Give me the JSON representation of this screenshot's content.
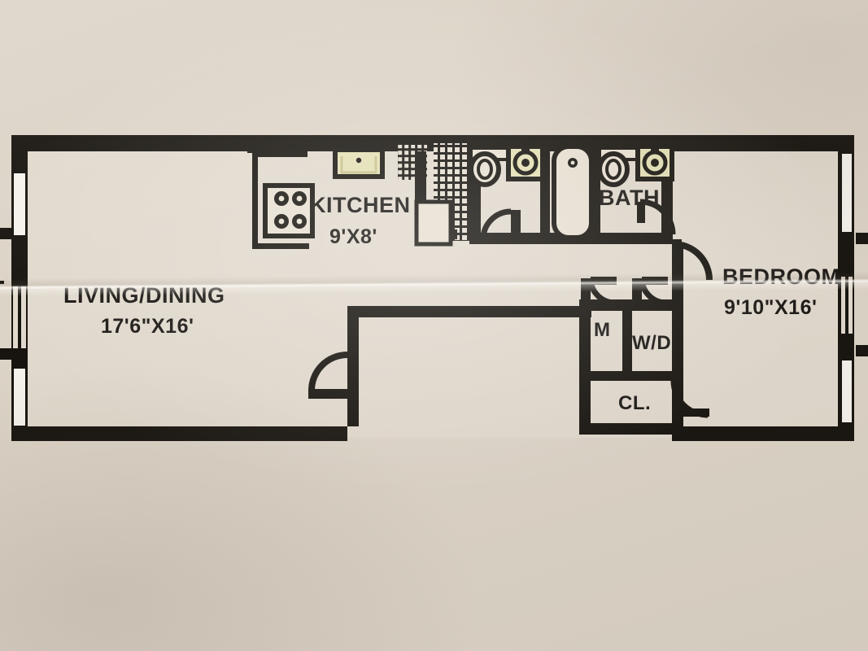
{
  "document": {
    "kind": "apartment-floor-plan",
    "medium": "photographed printed sheet"
  },
  "colors": {
    "paper": "#ddd4c8",
    "wall": "#17140f",
    "fixture_fill": "#e8e0d2",
    "sink_fill": "#e3e0b4",
    "text": "#1a1714"
  },
  "rooms": [
    {
      "id": "living-dining",
      "name": "LIVING/DINING",
      "dimensions": "17'6\"X16'"
    },
    {
      "id": "kitchen",
      "name": "KITCHEN",
      "dimensions": "9'X8'"
    },
    {
      "id": "bath",
      "name": "BATH",
      "dimensions": ""
    },
    {
      "id": "bedroom",
      "name": "BEDROOM",
      "dimensions": "9'10\"X16'"
    }
  ],
  "closets": [
    {
      "id": "mechanical",
      "label": "M"
    },
    {
      "id": "washer-dryer",
      "label": "W/D"
    },
    {
      "id": "coat-closet",
      "label": "CL."
    }
  ],
  "fixtures": [
    {
      "id": "range",
      "name": "range-stove-icon",
      "room": "kitchen",
      "burners": 4
    },
    {
      "id": "kitchen-sink",
      "name": "kitchen-sink-icon",
      "room": "kitchen"
    },
    {
      "id": "refrigerator",
      "name": "refrigerator-icon",
      "room": "kitchen"
    },
    {
      "id": "shaft",
      "name": "hatched-shaft-icon",
      "room": "kitchen"
    },
    {
      "id": "toilet-left",
      "name": "toilet-icon",
      "room": "bath"
    },
    {
      "id": "vanity-left",
      "name": "bath-sink-icon",
      "room": "bath"
    },
    {
      "id": "bathtub",
      "name": "bathtub-icon",
      "room": "bath"
    },
    {
      "id": "toilet-right",
      "name": "toilet-icon",
      "room": "bath"
    },
    {
      "id": "vanity-right",
      "name": "bath-sink-icon",
      "room": "bath"
    }
  ],
  "openings": {
    "windows_left_wall": 3,
    "windows_right_wall": 3,
    "doors": [
      {
        "id": "entry-door",
        "name": "entry-door-swing"
      },
      {
        "id": "kitchen-door",
        "name": "kitchen-door-swing"
      },
      {
        "id": "bath-door",
        "name": "bath-door-swing"
      },
      {
        "id": "bedroom-door",
        "name": "bedroom-door-swing"
      },
      {
        "id": "m-closet-door",
        "name": "mechanical-closet-door-swing"
      },
      {
        "id": "wd-closet-door",
        "name": "washer-dryer-closet-door-swing"
      },
      {
        "id": "cl-closet-door",
        "name": "coat-closet-door-swing"
      }
    ]
  }
}
